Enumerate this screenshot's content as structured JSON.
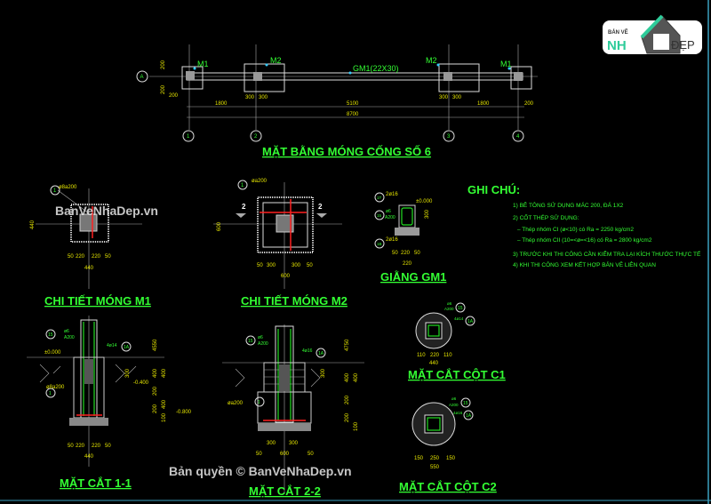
{
  "logo": {
    "line1": "BẢN VẼ",
    "line2": "NH",
    "line3": "ĐẸP"
  },
  "plan": {
    "title": "MẶT BẰNG  MÓNG CỐNG SỐ 6",
    "beam_label": "GM1(22X30)",
    "footings": [
      "M1",
      "M2",
      "M2",
      "M1"
    ],
    "axis_row": "A",
    "axes": [
      "1",
      "2",
      "3",
      "4"
    ],
    "dims": {
      "d200": "200",
      "d300": "300",
      "d1800": "1800",
      "d5100": "5100",
      "d8700": "8700"
    }
  },
  "m1": {
    "title": "CHI TIẾT MÓNG M1",
    "rebar": "ø8a200",
    "marker": "1",
    "dims": [
      "50",
      "220",
      "220",
      "50",
      "440"
    ]
  },
  "m2": {
    "title": "CHI TIẾT MÓNG M2",
    "rebar": "øa200",
    "marker": "1",
    "section": "2",
    "dims": [
      "50",
      "300",
      "300",
      "50",
      "600"
    ]
  },
  "gm1": {
    "title": "GIẰNG GM1",
    "top": "2ø16",
    "stirrup": "ø6",
    "spacing": "A200",
    "bottom": "2ø16",
    "m_top": "1T",
    "m_st": "15",
    "m_bot": "1B",
    "level": "±0.000",
    "h": "300",
    "dims": [
      "50",
      "220",
      "50",
      "220"
    ]
  },
  "notes": {
    "title": "GHI CHÚ:",
    "items": [
      "1) BÊ TÔNG SỬ DỤNG MÁC 200, ĐÁ 1X2",
      "2) CỐT THÉP SỬ DỤNG:",
      "– Thép nhóm CI (ø<10) có Ra = 2250 kg/cm2",
      "– Thép nhóm CII (10=<ø=<16) có Ra = 2800 kg/cm2",
      "3) TRƯỚC KHI THI CÔNG CẦN KIỂM TRA LẠI KÍCH THƯỚC THỰC TẾ",
      "4) KHI THI CÔNG XEM KẾT HỢP BẢN VẼ LIÊN QUAN"
    ]
  },
  "s11": {
    "title": "MẶT CẮT 1-1",
    "rebar": "ø8a200",
    "stirrup": "ø6",
    "spacing": "A200",
    "main": "4ø14",
    "m15": "15",
    "m1a": "1A",
    "m1": "1",
    "h": "4550",
    "levels": [
      "±0.000",
      "-0.400",
      "-0.800"
    ],
    "dims": [
      "400",
      "400",
      "200",
      "200",
      "100",
      "300",
      "50",
      "220",
      "220",
      "50",
      "440"
    ]
  },
  "s22": {
    "title": "MẶT CẮT 2-2",
    "rebar": "øa200",
    "stirrup": "ø6",
    "spacing": "A200",
    "main": "4ø16",
    "m15": "15",
    "m1a": "1A",
    "m1": "1",
    "h": "4750",
    "dims": [
      "400",
      "400",
      "200",
      "200",
      "100",
      "300",
      "300",
      "300",
      "50",
      "600",
      "50"
    ]
  },
  "c1": {
    "title": "MẶT CẮT CỘT C1",
    "stirrup": "ø6",
    "spacing": "A200",
    "main": "4ø14",
    "m15": "15",
    "m1a": "1A",
    "dims": [
      "110",
      "220",
      "110",
      "440"
    ]
  },
  "c2": {
    "title": "MẶT CẮT CỘT C2",
    "stirrup": "ø6",
    "spacing": "A200",
    "main": "4ø16",
    "m15": "15",
    "m1a": "1A",
    "dims": [
      "150",
      "250",
      "150",
      "550"
    ]
  },
  "watermarks": {
    "w1": "BanVeNhaDep.vn",
    "w2": "Bản quyền © BanVeNhaDep.vn"
  }
}
